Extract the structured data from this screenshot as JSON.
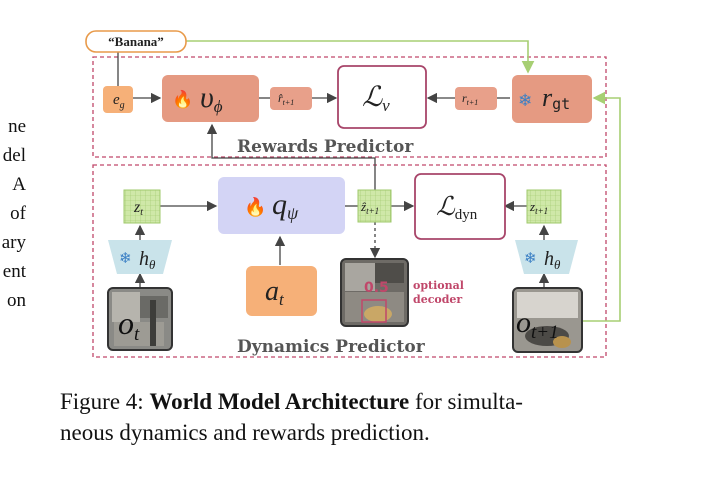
{
  "margin_text": [
    "ne",
    "del",
    "A",
    "of",
    "ary",
    "ent",
    "on"
  ],
  "prompt_label": "“Banana”",
  "nodes": {
    "e_g": "e",
    "e_g_sub": "g",
    "v_phi": "υ",
    "v_phi_sub": "ϕ",
    "r_hat": "r̂",
    "r_hat_sub": "t+1",
    "loss_v": "ℒ",
    "loss_v_sub": "v",
    "r_t1": "r",
    "r_t1_sub": "t+1",
    "r_gt": "r",
    "r_gt_sub": "gt",
    "z_t": "z",
    "z_t_sub": "t",
    "q_psi": "q",
    "q_psi_sub": "ψ",
    "z_hat": "ẑ",
    "z_hat_sub": "t+1",
    "loss_dyn": "ℒ",
    "loss_dyn_sub": "dyn",
    "z_t1": "z",
    "z_t1_sub": "t+1",
    "h_theta_left": "h",
    "h_theta_left_sub": "θ",
    "h_theta_right": "h",
    "h_theta_right_sub": "θ",
    "a_t": "a",
    "a_t_sub": "t",
    "o_t": "o",
    "o_t_sub": "t",
    "o_t1": "o",
    "o_t1_sub": "t+1"
  },
  "decoder_value": "0.5",
  "decoder_label_line1": "optional",
  "decoder_label_line2": "decoder",
  "rewards_label": "Rewards Predictor",
  "dynamics_label": "Dynamics Predictor",
  "caption": {
    "prefix": "Figure 4: ",
    "bold": "World Model Architecture",
    "line1_rest": " for simulta-",
    "line2": "neous dynamics and rewards prediction."
  },
  "colors": {
    "salmon": "#e8a08a",
    "salmon_dark": "#e59a82",
    "orange": "#f6b078",
    "orange_border": "#e89a4a",
    "lavender": "#d3d4f5",
    "green_grid": "#cfe8a8",
    "green_line": "#a7cf73",
    "loss_border": "#a8456a",
    "dashed_box": "#c0476a",
    "arrow": "#444444",
    "encoder": "#c9e3ea",
    "image_dark": "#4a4a4a"
  }
}
